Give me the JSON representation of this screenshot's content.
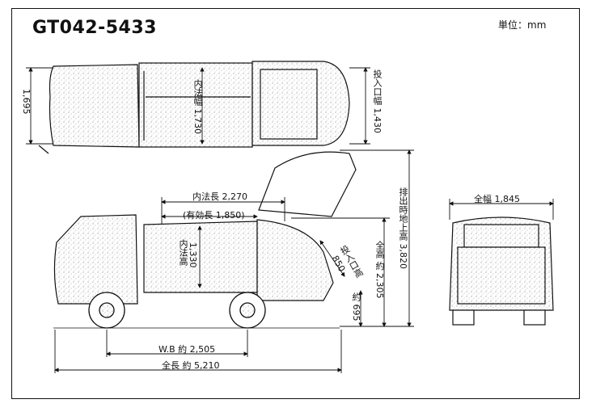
{
  "model": "GT042-5433",
  "unit_label": "単位：mm",
  "top_view": {
    "width_label": "1,695",
    "inner_width_label": "内法幅 1,730",
    "loading_width_label": "投入口幅 1,430"
  },
  "side_view": {
    "inner_length_label": "内法長 2,270",
    "effective_length_label": "(有効長 1,850)",
    "inner_height_label_top": "内法高",
    "inner_height_label_value": "1,330",
    "loading_height_label": "投入口高",
    "loading_height_value": "850",
    "ground_height_label": "約 695",
    "total_height_label": "全高 約 2,305",
    "discharge_height_label": "排出時地上高 3,820",
    "wheelbase_label": "W.B 約 2,505",
    "total_length_label": "全長 約 5,210"
  },
  "rear_view": {
    "total_width_label": "全幅 1,845"
  },
  "colors": {
    "line": "#111111",
    "stipple": "#bdbdbd"
  }
}
